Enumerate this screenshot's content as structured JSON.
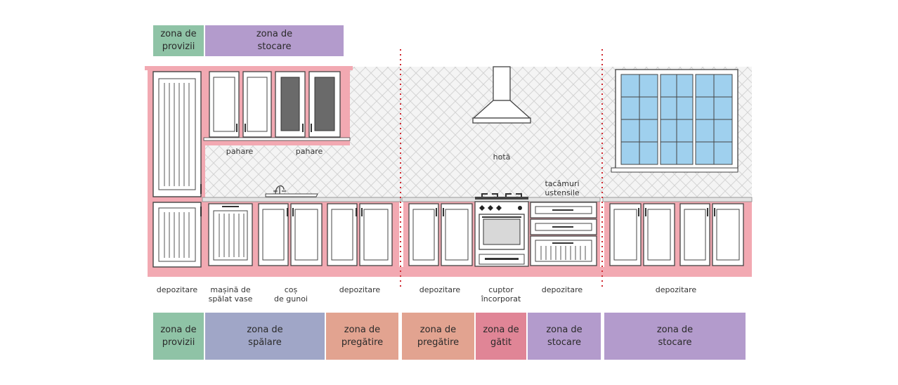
{
  "colors": {
    "provizii": "#8fc3a6",
    "stocare": "#b39bcc",
    "spalare": "#a0a6c7",
    "pregatire": "#e2a390",
    "gatit": "#e08596",
    "pink_outline": "#f2a9b2",
    "divider": "#d0282f",
    "glass": "#9fd0ee"
  },
  "top_zones": [
    {
      "line1": "zona de",
      "line2": "provizii",
      "color_key": "provizii"
    },
    {
      "line1": "zona de",
      "line2": "stocare",
      "color_key": "stocare"
    }
  ],
  "bottom_zones": [
    {
      "line1": "zona de",
      "line2": "provizii",
      "color_key": "provizii"
    },
    {
      "line1": "zona de",
      "line2": "spălare",
      "color_key": "spalare"
    },
    {
      "line1": "zona de",
      "line2": "pregătire",
      "color_key": "pregatire"
    },
    {
      "line1": "zona de",
      "line2": "pregătire",
      "color_key": "pregatire"
    },
    {
      "line1": "zona de",
      "line2": "gătit",
      "color_key": "gatit"
    },
    {
      "line1": "zona de",
      "line2": "stocare",
      "color_key": "stocare"
    },
    {
      "line1": "zona de",
      "line2": "stocare",
      "color_key": "stocare"
    }
  ],
  "upper_labels": {
    "pahare_1": "pahare",
    "pahare_2": "pahare",
    "hota": "hotă",
    "tacamuri_1": "tacâmuri",
    "tacamuri_2": "ustensile"
  },
  "base_labels": [
    {
      "line1": "depozitare",
      "line2": ""
    },
    {
      "line1": "mașină de",
      "line2": "spălat vase"
    },
    {
      "line1": "coș",
      "line2": "de gunoi"
    },
    {
      "line1": "depozitare",
      "line2": ""
    },
    {
      "line1": "depozitare",
      "line2": ""
    },
    {
      "line1": "cuptor",
      "line2": "încorporat"
    },
    {
      "line1": "depozitare",
      "line2": ""
    },
    {
      "line1": "depozitare",
      "line2": ""
    }
  ]
}
